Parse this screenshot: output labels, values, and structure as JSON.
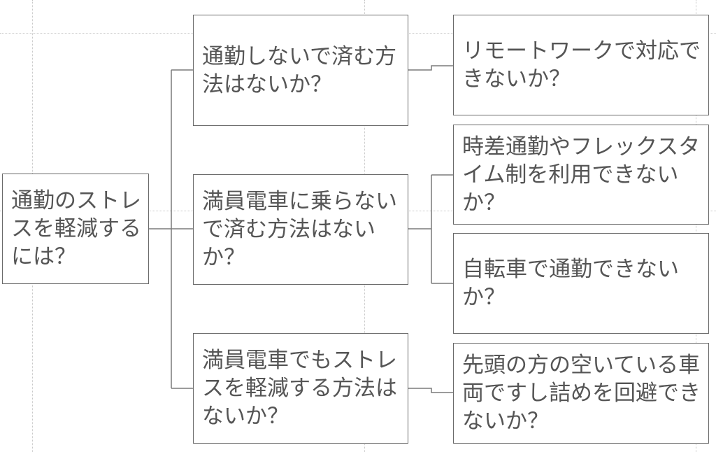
{
  "diagram": {
    "root": {
      "text": "通勤のストレスを軽減するには？"
    },
    "branches": [
      {
        "text": "通勤しないで済む方法はないか？",
        "leaves": [
          {
            "text": "リモートワークで対応できないか？"
          }
        ]
      },
      {
        "text": "満員電車に乗らないで済む方法はないか？",
        "leaves": [
          {
            "text": "時差通勤やフレックスタイム制を利用できないか？"
          },
          {
            "text": "自転車で通勤できないか？"
          }
        ]
      },
      {
        "text": "満員電車でもストレスを軽減する方法はないか？",
        "leaves": [
          {
            "text": "先頭の方の空いている車両ですし詰めを回避できないか？"
          }
        ]
      }
    ]
  },
  "colors": {
    "box_border": "#6a6a6a",
    "text": "#555555",
    "connector": "#7a7a7a",
    "guide": "#c8c8c8",
    "background": "#ffffff"
  }
}
